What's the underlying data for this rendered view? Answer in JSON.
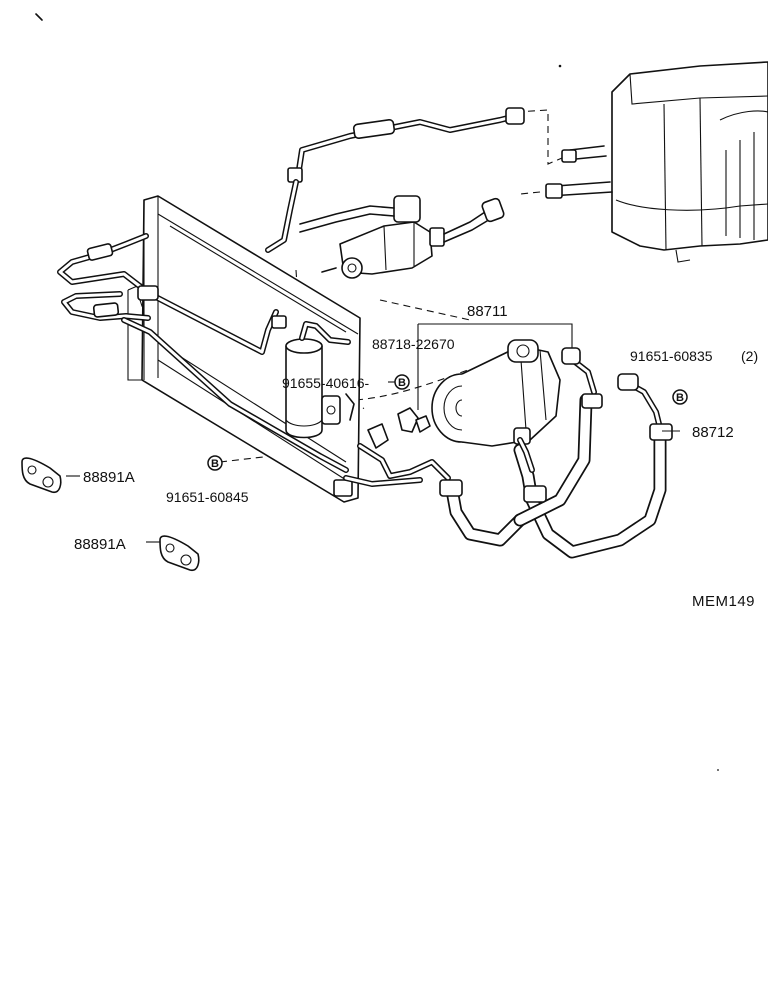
{
  "parts": {
    "p88711": "88711",
    "p88718": "88718-22670",
    "p91651_60835": "91651-60835",
    "p91651_60835_qty": "(2)",
    "p88712": "88712",
    "p91655": "91655-40616-",
    "p88891a_top": "88891A",
    "p91651_60845": "91651-60845",
    "p88891a_bottom": "88891A"
  },
  "badges": {
    "b1": "B",
    "b2": "B",
    "b3": "B"
  },
  "diagram_code": "MEM149"
}
